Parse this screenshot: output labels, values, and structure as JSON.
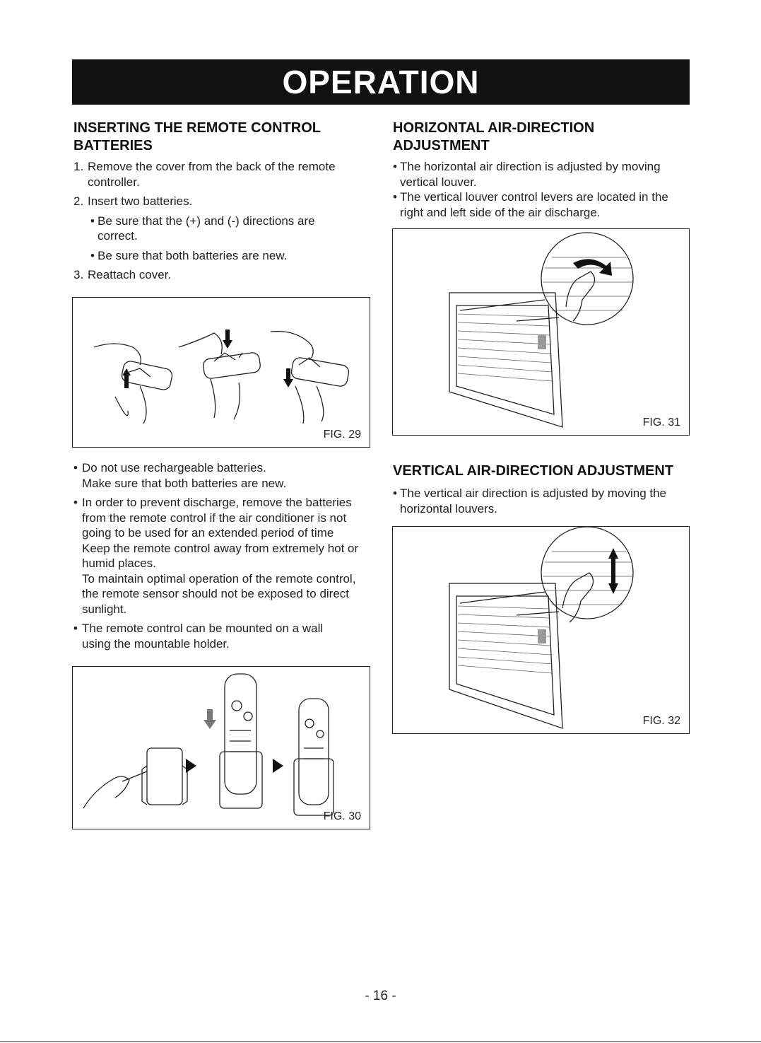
{
  "banner": {
    "title": "OPERATION"
  },
  "left": {
    "heading": "INSERTING THE REMOTE CONTROL BATTERIES",
    "steps": [
      "Remove the cover from the back of the remote controller.",
      "Insert two batteries.",
      "Reattach cover."
    ],
    "step_numbers": [
      "1.",
      "2.",
      "3."
    ],
    "sub_bullets": [
      "Be sure that the (+) and (-) directions are correct.",
      "Be sure that both batteries are new."
    ],
    "fig29_label": "FIG. 29",
    "notes": [
      "Do not use rechargeable batteries.",
      "Make sure that both batteries are new.",
      "In order to prevent discharge, remove the batteries from the remote control if the air conditioner is not going to be used for an extended period of time",
      "Keep the remote control away from extremely hot or humid places.",
      "To maintain optimal operation of the remote control, the remote sensor should not be exposed to direct sunlight.",
      "The remote control can be mounted on a wall using the mountable holder."
    ],
    "fig30_label": "FIG. 30"
  },
  "right": {
    "heading1": "HORIZONTAL AIR-DIRECTION ADJUSTMENT",
    "bullets1": [
      "The horizontal air direction is adjusted by moving vertical louver.",
      "The vertical louver control levers are located in the right and left side of the air discharge."
    ],
    "fig31_label": "FIG. 31",
    "heading2": "VERTICAL AIR-DIRECTION ADJUSTMENT",
    "bullets2": [
      "The vertical air direction is adjusted by moving the horizontal louvers."
    ],
    "fig32_label": "FIG. 32"
  },
  "footer": {
    "page_number": "- 16 -"
  }
}
